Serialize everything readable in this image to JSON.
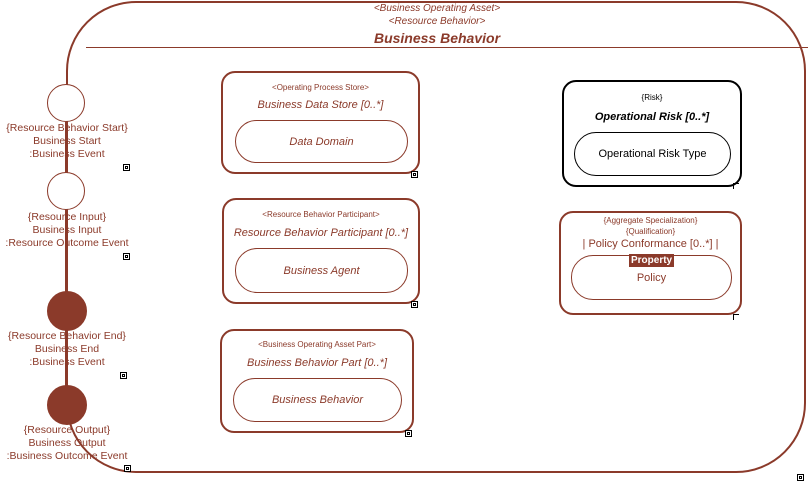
{
  "header": {
    "stereotype1": "<Business Operating Asset>",
    "stereotype2": "<Resource Behavior>",
    "title": "Business Behavior"
  },
  "events": [
    {
      "line1": "{Resource Behavior Start}",
      "line2": "Business Start",
      "line3": ":Business Event",
      "filled": false
    },
    {
      "line1": "{Resource Input}",
      "line2": "Business Input",
      "line3": ":Resource Outcome Event",
      "filled": false
    },
    {
      "line1": "{Resource Behavior End}",
      "line2": "Business End",
      "line3": ":Business Event",
      "filled": true
    },
    {
      "line1": "{Resource Output}",
      "line2": "Business Output",
      "line3": ":Business Outcome Event",
      "filled": true
    }
  ],
  "boxes": {
    "data_store": {
      "stereotype": "<Operating Process Store>",
      "name": "Business Data Store [0..*]",
      "inner": "Data Domain"
    },
    "participant": {
      "stereotype": "<Resource Behavior Participant>",
      "name": "Resource Behavior Participant [0..*]",
      "inner": "Business Agent"
    },
    "part": {
      "stereotype": "<Business Operating Asset Part>",
      "name": "Business Behavior Part [0..*]",
      "inner": "Business Behavior"
    },
    "risk": {
      "stereotype": "{Risk}",
      "name": "Operational Risk [0..*]",
      "inner": "Operational Risk Type"
    },
    "policy": {
      "stereotype1": "{Aggregate Specialization}",
      "stereotype2": "{Qualification}",
      "name": "| Policy Conformance [0..*] |",
      "tag": "Property",
      "inner": "Policy"
    }
  },
  "colors": {
    "accent": "#8b3a2a",
    "risk_border": "#000000"
  }
}
